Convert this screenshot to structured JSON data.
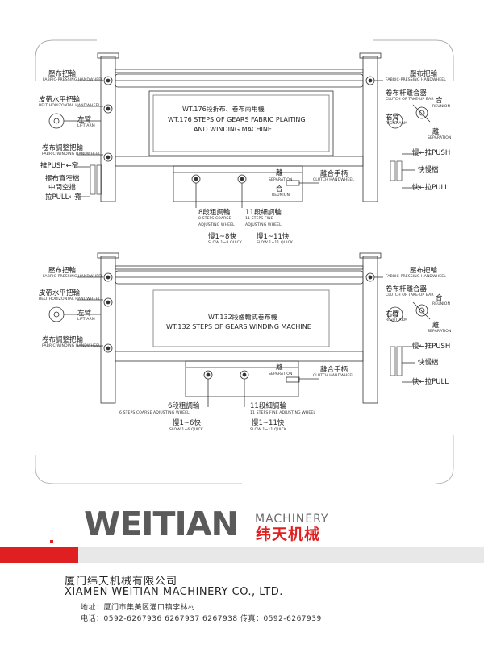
{
  "diagram1": {
    "title_cn": "WT.176段折布、卷布兩用機",
    "title_en1": "WT.176 STEPS OF GEARS FABRIC PLAITING",
    "title_en2": "AND WINDING MACHINE",
    "left_labels": [
      {
        "cn": "壓布把輪",
        "en": "FABRIC-PRESSING HANDWHEEL"
      },
      {
        "cn": "皮帶水平把輪",
        "en": "BELT HORIZONTAL HANDWHEEL"
      },
      {
        "cn": "左臂",
        "en": "LIFT ARM"
      },
      {
        "cn": "卷布調整把輪",
        "en": "FABRIC-WINDING HANDWHEEL"
      }
    ],
    "push_wide": "推PUSH←窄",
    "adjust_cn1": "擺布寬窄檔",
    "adjust_cn2": "中間空擋",
    "pull_narrow": "拉PULL←寬",
    "right_labels": [
      {
        "cn": "壓布把輪",
        "en": "FABRIC-PRESSING HANDWHEEL"
      },
      {
        "cn": "卷布杆離合器",
        "en": "CLUTCH OF TAKE-UP BAR"
      },
      {
        "cn": "右臂",
        "en": "RIGHT ARM"
      }
    ],
    "reunion_cn": "合",
    "reunion_en": "REUNION",
    "separation_cn": "離",
    "separation_en": "SEPARATION",
    "slow_push": "慢←推PUSH",
    "fast_slow": "快慢檔",
    "fast_pull": "快←拉PULL",
    "clutch_cn": "離合手柄",
    "clutch_en": "CLUTCH HANDWHEEL",
    "coarse_cn": "8段粗調輪",
    "coarse_en1": "8 STEPS COARSE",
    "coarse_en2": "ADJUSTING WHEEL",
    "fine_cn": "11段細調輪",
    "fine_en1": "11 STEPS FINE",
    "fine_en2": "ADJUSTING WHEEL",
    "speed1_cn": "慢1~8快",
    "speed1_en": "SLOW 1~8 QUICK",
    "speed2_cn": "慢1~11快",
    "speed2_en": "SLOW 1~11 QUICK"
  },
  "diagram2": {
    "title_cn": "WT.132段齒輪式卷布機",
    "title_en": "WT.132 STEPS OF GEARS WINDING MACHINE",
    "left_labels": [
      {
        "cn": "壓布把輪",
        "en": "FABRIC-PRESSING HANDWHEEL"
      },
      {
        "cn": "皮帶水平把輪",
        "en": "BELT HORIZONTAL HANDWHEEL"
      },
      {
        "cn": "左臂",
        "en": "LIFT ARM"
      },
      {
        "cn": "卷布調整把輪",
        "en": "FABRIC-WINDING HANDWHEEL"
      }
    ],
    "right_labels": [
      {
        "cn": "壓布把輪",
        "en": "FABRIC-PRESSING HANDWHEEL"
      },
      {
        "cn": "卷布杆離合器",
        "en": "CLUTCH OF TAKE-UP BAR"
      },
      {
        "cn": "右臂",
        "en": "RIGHT ARM"
      }
    ],
    "reunion_cn": "合",
    "reunion_en": "REUNION",
    "separation_cn": "離",
    "separation_en": "SEPARATION",
    "slow_push": "慢←推PUSH",
    "fast_slow": "快慢檔",
    "fast_pull": "快←拉PULL",
    "clutch_cn": "離合手柄",
    "clutch_en": "CLUTCH HANDWHEEL",
    "coarse_cn": "6段粗調輪",
    "coarse_en": "6 STEPS COARSE ADJUSTING WHEEL",
    "fine_cn": "11段細調輪",
    "fine_en": "11 STEPS FINE ADJUSTING WHEEL",
    "speed1_cn": "慢1~6快",
    "speed1_en": "SLOW 1~6 QUICK",
    "speed2_cn": "慢1~11快",
    "speed2_en": "SLOW 1~11 QUICK"
  },
  "brand": {
    "logo_word": "WEITIAN",
    "logo_machinery": "MACHINERY",
    "logo_cn": "纬天机械",
    "company_cn": "厦门纬天机械有限公司",
    "company_en": "XIAMEN WEITIAN MACHINERY CO., LTD.",
    "address": "地址：厦门市集美区灌口镇李林村",
    "phone": "电话：0592-6267936  6267937  6267938    传真：0592-6267939",
    "accent_color": "#e02020",
    "gray_color": "#5a5a5a"
  }
}
